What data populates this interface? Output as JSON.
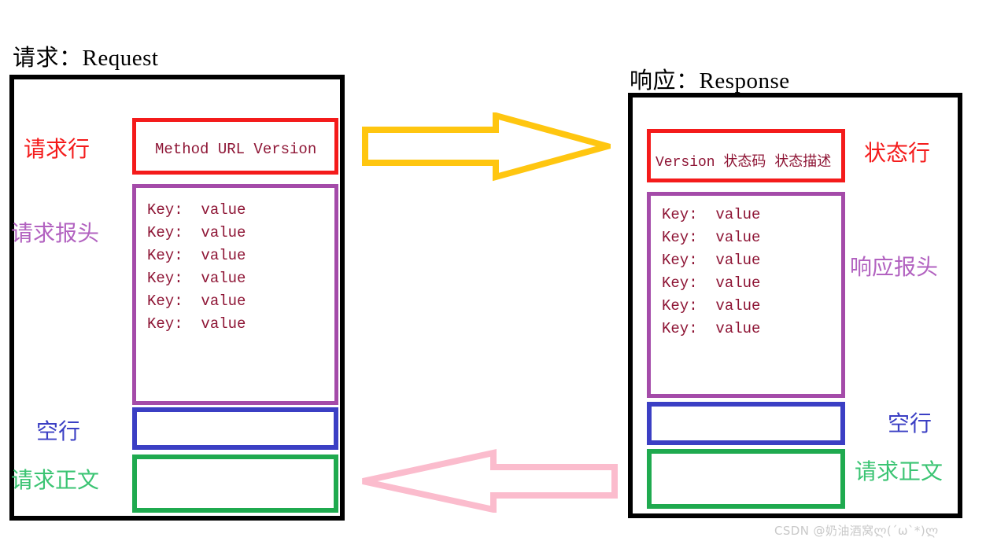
{
  "request_panel": {
    "title": "请求：Request",
    "start_line": {
      "label": "请求行",
      "text": "Method URL Version",
      "border_color": "#f41b1b"
    },
    "headers": {
      "label": "请求报头",
      "border_color": "#a44ba9",
      "rows": [
        "Key:  value",
        "Key:  value",
        "Key:  value",
        "Key:  value",
        "Key:  value",
        "Key:  value"
      ]
    },
    "blank_line": {
      "label": "空行",
      "text": "",
      "border_color": "#3b3fc4"
    },
    "body": {
      "label": "请求正文",
      "text": "",
      "border_color": "#1faa4f"
    }
  },
  "response_panel": {
    "title": "响应：Response",
    "start_line": {
      "label": "状态行",
      "text": "Version 状态码 状态描述",
      "border_color": "#f41b1b"
    },
    "headers": {
      "label": "响应报头",
      "border_color": "#a44ba9",
      "rows": [
        "Key:  value",
        "Key:  value",
        "Key:  value",
        "Key:  value",
        "Key:  value",
        "Key:  value"
      ]
    },
    "blank_line": {
      "label": "空行",
      "text": "",
      "border_color": "#3b3fc4"
    },
    "body": {
      "label": "请求正文",
      "text": "",
      "border_color": "#1faa4f"
    }
  },
  "arrows": {
    "request_flow": {
      "icon": "arrow-right-icon",
      "direction": "right",
      "color": "#ffc610"
    },
    "response_flow": {
      "icon": "arrow-left-icon",
      "direction": "left",
      "color": "#fbbccd"
    }
  },
  "watermark": {
    "text": "CSDN @奶油酒窝ლ(´ω`*)ლ",
    "color": "#c9c9c9"
  },
  "colors": {
    "outer_border": "#000000",
    "mono_text": "#8e1535",
    "label_red": "#f41b1b",
    "label_purple": "#b262c0",
    "label_blue": "#3b3fc4",
    "label_green": "#3bc473",
    "background": "#ffffff"
  }
}
